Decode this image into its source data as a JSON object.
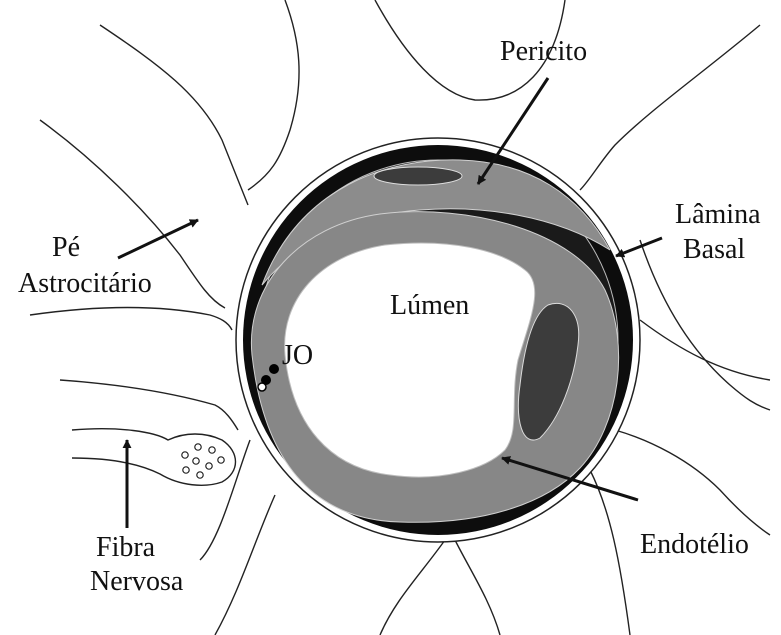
{
  "labels": {
    "pericito": "Pericito",
    "lamina_basal_line1": "Lâmina",
    "lamina_basal_line2": "Basal",
    "pe_astrocitario_line1": "Pé",
    "pe_astrocitario_line2": "Astrocitário",
    "lumen": "Lúmen",
    "jo": "JO",
    "fibra_nervosa_line1": "Fibra",
    "fibra_nervosa_line2": "Nervosa",
    "endotelio": "Endotélio"
  },
  "colors": {
    "background": "#ffffff",
    "outline": "#111111",
    "basal_lamina": "#0d0d0d",
    "pericyte": "#8c8c8c",
    "endothelium": "#888888",
    "nucleus": "#3c3c3c"
  }
}
